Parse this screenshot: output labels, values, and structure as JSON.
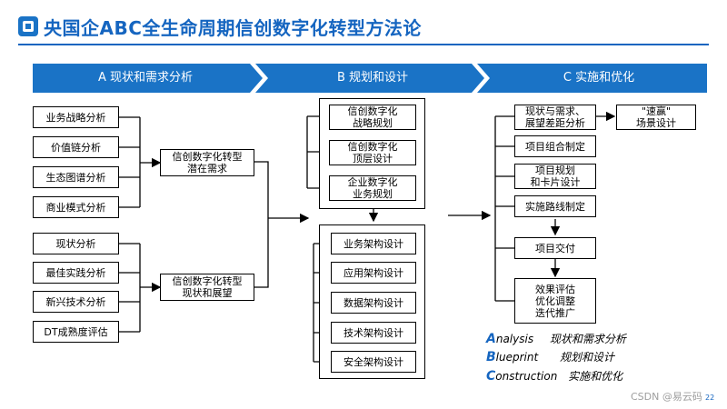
{
  "title": "央国企ABC全生命周期信创数字化转型方法论",
  "phases": [
    "A 现状和需求分析",
    "B 规划和设计",
    "C 实施和优化"
  ],
  "col_a": {
    "items": [
      "业务战略分析",
      "价值链分析",
      "生态图谱分析",
      "商业模式分析",
      "现状分析",
      "最佳实践分析",
      "新兴技术分析",
      "DT成熟度评估"
    ],
    "out1": "信创数字化转型\n潜在需求",
    "out2": "信创数字化转型\n现状和展望"
  },
  "col_b": {
    "top": [
      "信创数字化\n战略规划",
      "信创数字化\n顶层设计",
      "企业数字化\n业务规划"
    ],
    "bottom": [
      "业务架构设计",
      "应用架构设计",
      "数据架构设计",
      "技术架构设计",
      "安全架构设计"
    ]
  },
  "col_c": {
    "items": [
      "现状与需求、\n展望差距分析",
      "项目组合制定",
      "项目规划\n和卡片设计",
      "实施路线制定",
      "项目交付",
      "效果评估\n优化调整\n迭代推广"
    ],
    "side": "\"速赢\"\n场景设计"
  },
  "legend": [
    {
      "cap": "A",
      "word": "nalysis",
      "desc": "现状和需求分析"
    },
    {
      "cap": "B",
      "word": "lueprint",
      "desc": "规划和设计"
    },
    {
      "cap": "C",
      "word": "onstruction",
      "desc": "实施和优化"
    }
  ],
  "page_number": "22",
  "watermark": "CSDN @易云码",
  "colors": {
    "primary": "#1565c0",
    "arrow_band": "#1a73c6"
  }
}
